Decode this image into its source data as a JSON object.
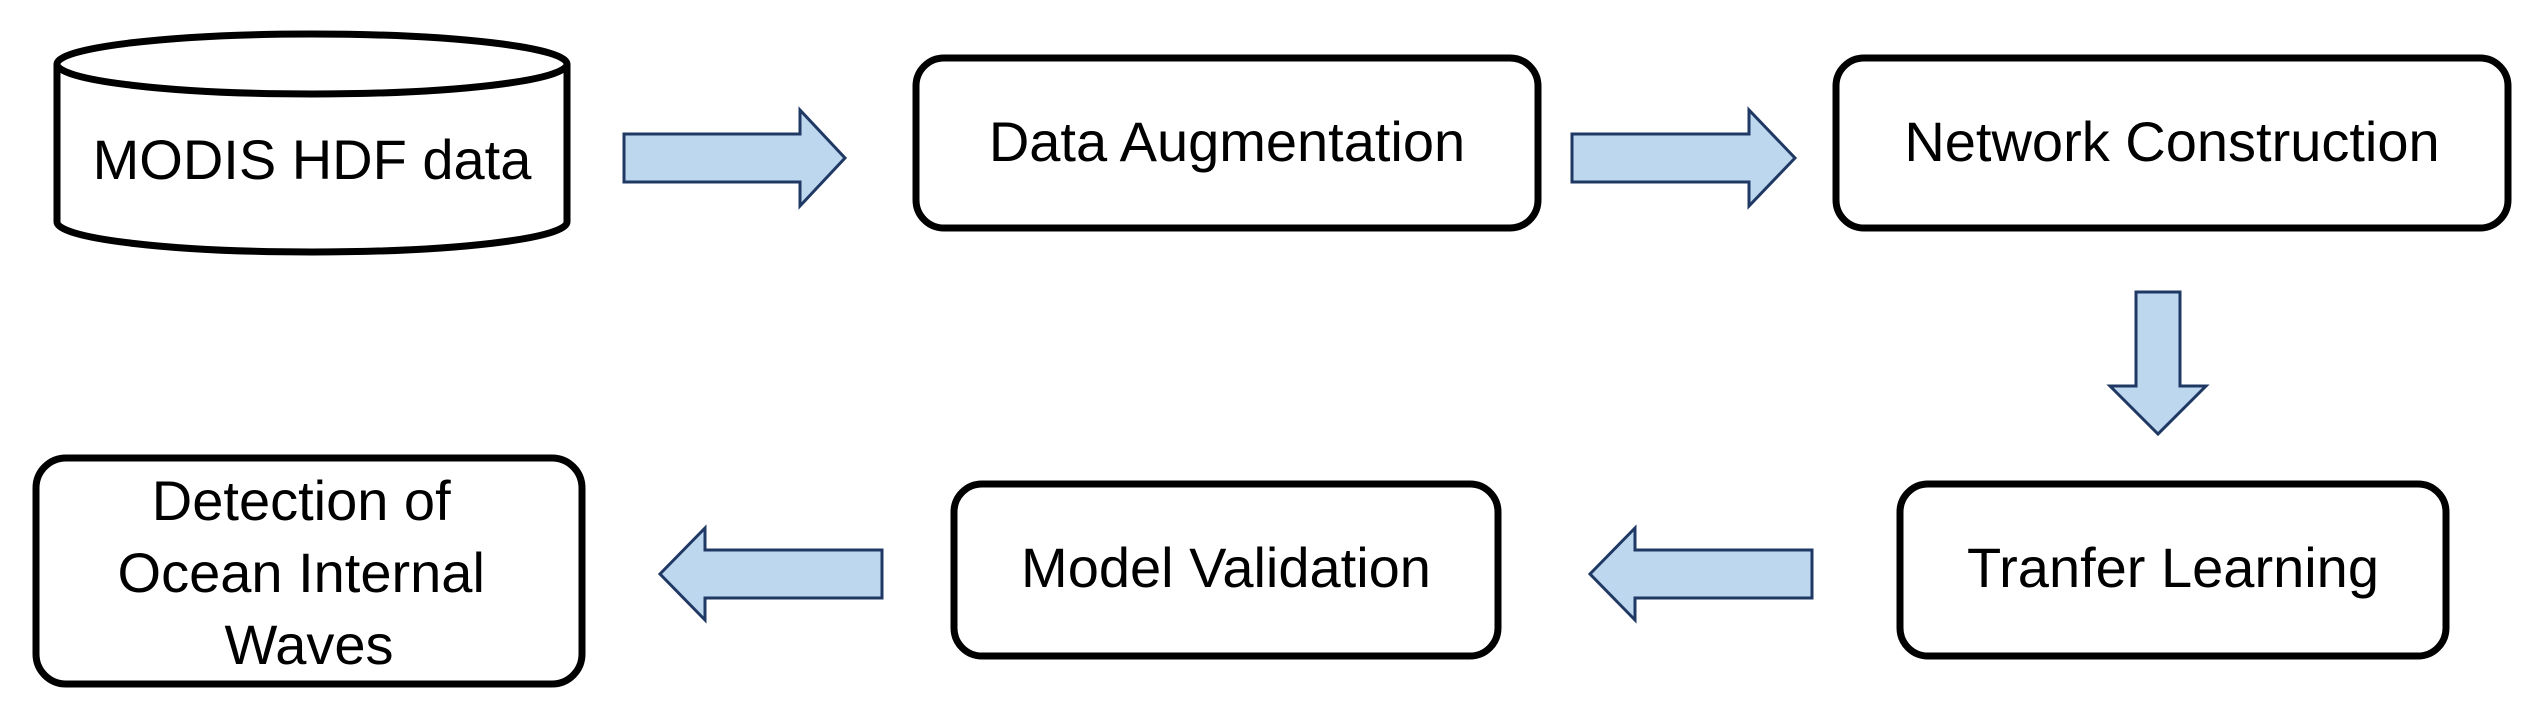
{
  "diagram": {
    "nodes": {
      "modis_data": {
        "label": "MODIS HDF data",
        "shape": "cylinder"
      },
      "data_augmentation": {
        "label": "Data Augmentation",
        "shape": "rounded-rect"
      },
      "network_construction": {
        "label": "Network Construction",
        "shape": "rounded-rect"
      },
      "transfer_learning": {
        "label": "Tranfer Learning",
        "shape": "rounded-rect"
      },
      "model_validation": {
        "label": "Model Validation",
        "shape": "rounded-rect"
      },
      "detection": {
        "label_lines": [
          "Detection of",
          "Ocean Internal",
          "Waves"
        ],
        "shape": "rounded-rect"
      }
    },
    "edges": [
      {
        "from": "modis_data",
        "to": "data_augmentation",
        "direction": "right"
      },
      {
        "from": "data_augmentation",
        "to": "network_construction",
        "direction": "right"
      },
      {
        "from": "network_construction",
        "to": "transfer_learning",
        "direction": "down"
      },
      {
        "from": "transfer_learning",
        "to": "model_validation",
        "direction": "left"
      },
      {
        "from": "model_validation",
        "to": "detection",
        "direction": "left"
      }
    ],
    "colors": {
      "arrow_fill": "#BDD7EE",
      "arrow_stroke": "#1F3864",
      "box_stroke": "#000000",
      "box_fill": "#FFFFFF"
    }
  }
}
